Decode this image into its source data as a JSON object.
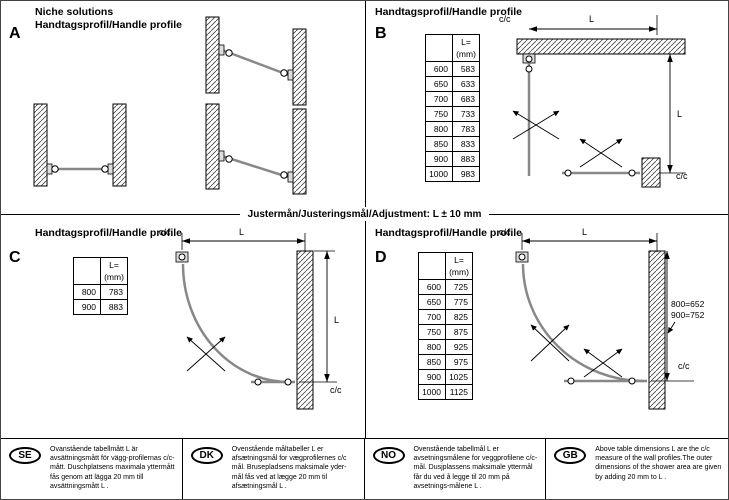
{
  "page": {
    "adjustment_note": "Justermån/Justeringsmål/Adjustment: L ± 10 mm"
  },
  "panels": {
    "a": {
      "letter": "A",
      "title_line1": "Niche solutions",
      "title_line2": "Handtagsprofil/Handle profile"
    },
    "b": {
      "letter": "B",
      "title": "Handtagsprofil/Handle profile",
      "table": {
        "header_line1": "L=",
        "header_line2": "(mm)",
        "rows": [
          [
            "600",
            "583"
          ],
          [
            "650",
            "633"
          ],
          [
            "700",
            "683"
          ],
          [
            "750",
            "733"
          ],
          [
            "800",
            "783"
          ],
          [
            "850",
            "833"
          ],
          [
            "900",
            "883"
          ],
          [
            "1000",
            "983"
          ]
        ]
      },
      "labels": {
        "cc": "c/c",
        "length": "L"
      }
    },
    "c": {
      "letter": "C",
      "title": "Handtagsprofil/Handle profile",
      "table": {
        "header_line1": "L=",
        "header_line2": "(mm)",
        "rows": [
          [
            "800",
            "783"
          ],
          [
            "900",
            "883"
          ]
        ]
      },
      "labels": {
        "cc": "c/c",
        "length": "L"
      }
    },
    "d": {
      "letter": "D",
      "title": "Handtagsprofil/Handle profile",
      "table": {
        "header_line1": "L=",
        "header_line2": "(mm)",
        "rows": [
          [
            "600",
            "725"
          ],
          [
            "650",
            "775"
          ],
          [
            "700",
            "825"
          ],
          [
            "750",
            "875"
          ],
          [
            "800",
            "925"
          ],
          [
            "850",
            "975"
          ],
          [
            "900",
            "1025"
          ],
          [
            "1000",
            "1125"
          ]
        ]
      },
      "labels": {
        "cc": "c/c",
        "length": "L",
        "annotation_line1": "800=652",
        "annotation_line2": "900=752"
      }
    }
  },
  "footnotes": [
    {
      "badge": "SE",
      "text": "Ovanstående tabellmått L är avsättningsmått för vägg-profilernas c/c-mått. Duschplatsens maximala yttermått fås genom att lägga 20 mm till avsättningsmått L ."
    },
    {
      "badge": "DK",
      "text": "Ovenstående måltabeller L er afsætningsmål for vægprofilernes c/c mål. Brusepladsens maksimale yder- mål fås ved at lægge 20 mm til afsætningsmål L ."
    },
    {
      "badge": "NO",
      "text": "Ovenstående tabellmål L er avsetningsmålene for veggprofilene c/c- mål. Dusjplassens maksimale yttermål får du ved å legge til 20 mm på avsetnings-målene L ."
    },
    {
      "badge": "GB",
      "text": "Above table dimensions L are the c/c measure of the wall profiles.The outer dimensions of the shower area are given by adding 20 mm to L ."
    }
  ]
}
